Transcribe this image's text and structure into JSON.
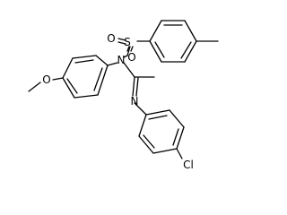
{
  "molecule": {
    "atoms": {
      "sulfur": "S",
      "sulfonyl_oxygen_left": "O",
      "sulfonyl_oxygen_bottom": "O",
      "amide_nitrogen": "N",
      "imine_nitrogen": "N",
      "methoxy_oxygen": "O",
      "chlorine": "Cl"
    }
  }
}
